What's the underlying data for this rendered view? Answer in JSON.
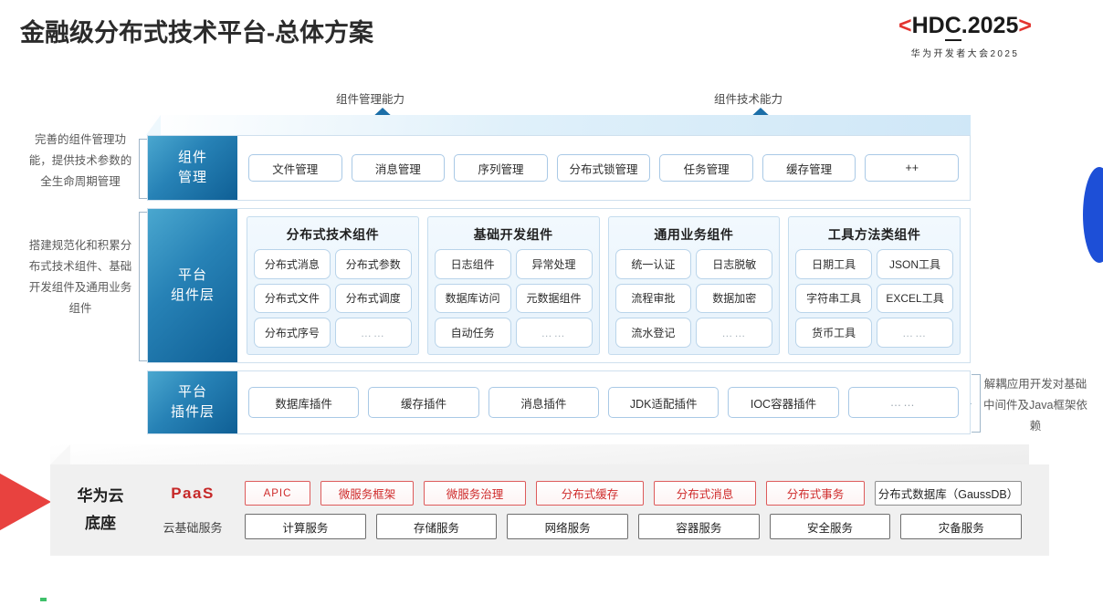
{
  "header": {
    "title": "金融级分布式技术平台-总体方案",
    "logo_bracket_left": "<",
    "logo_main_a": "HD",
    "logo_main_underlined": "C",
    "logo_main_b": ".2025",
    "logo_bracket_right": ">",
    "logo_subtitle": "华为开发者大会2025"
  },
  "arrows": [
    {
      "label": "组件管理能力"
    },
    {
      "label": "组件技术能力"
    }
  ],
  "notes": {
    "left_top": "完善的组件管理功能，提供技术参数的全生命周期管理",
    "left_bottom": "搭建规范化和积累分布式技术组件、基础开发组件及通用业务组件",
    "right": "解耦应用开发对基础中间件及Java框架依赖"
  },
  "rows": {
    "component_management": {
      "label_line1": "组件",
      "label_line2": "管理",
      "chips": [
        "文件管理",
        "消息管理",
        "序列管理",
        "分布式锁管理",
        "任务管理",
        "缓存管理",
        "++"
      ]
    },
    "platform_component": {
      "label_line1": "平台",
      "label_line2": "组件层",
      "groups": [
        {
          "title": "分布式技术组件",
          "cells": [
            "分布式消息",
            "分布式参数",
            "分布式文件",
            "分布式调度",
            "分布式序号",
            "……"
          ]
        },
        {
          "title": "基础开发组件",
          "cells": [
            "日志组件",
            "异常处理",
            "数据库访问",
            "元数据组件",
            "自动任务",
            "……"
          ]
        },
        {
          "title": "通用业务组件",
          "cells": [
            "统一认证",
            "日志脱敏",
            "流程审批",
            "数据加密",
            "流水登记",
            "……"
          ]
        },
        {
          "title": "工具方法类组件",
          "cells": [
            "日期工具",
            "JSON工具",
            "字符串工具",
            "EXCEL工具",
            "货币工具",
            "……"
          ]
        }
      ]
    },
    "platform_plugin": {
      "label_line1": "平台",
      "label_line2": "插件层",
      "chips": [
        "数据库插件",
        "缓存插件",
        "消息插件",
        "JDK适配插件",
        "IOC容器插件",
        "……"
      ]
    }
  },
  "platform": {
    "brand_line1": "华为云",
    "brand_line2": "底座",
    "paas_label": "PaaS",
    "basic_label": "云基础服务",
    "paas_items": [
      {
        "text": "APIC",
        "style": "red"
      },
      {
        "text": "微服务框架",
        "style": "red"
      },
      {
        "text": "微服务治理",
        "style": "red"
      },
      {
        "text": "分布式缓存",
        "style": "red"
      },
      {
        "text": "分布式消息",
        "style": "red"
      },
      {
        "text": "分布式事务",
        "style": "red"
      },
      {
        "text": "分布式数据库（GaussDB）",
        "style": "neutral"
      }
    ],
    "basic_items": [
      "计算服务",
      "存储服务",
      "网络服务",
      "容器服务",
      "安全服务",
      "灾备服务"
    ]
  },
  "colors": {
    "accent_red": "#cf2b2b",
    "accent_blue": "#1b6ea8",
    "label_gradient_start": "#4aa7cf",
    "label_gradient_end": "#0f5f95",
    "platform_gray": "#f0f0f0",
    "decor_blue": "#1d4fd7",
    "decor_red": "#e8423f"
  }
}
